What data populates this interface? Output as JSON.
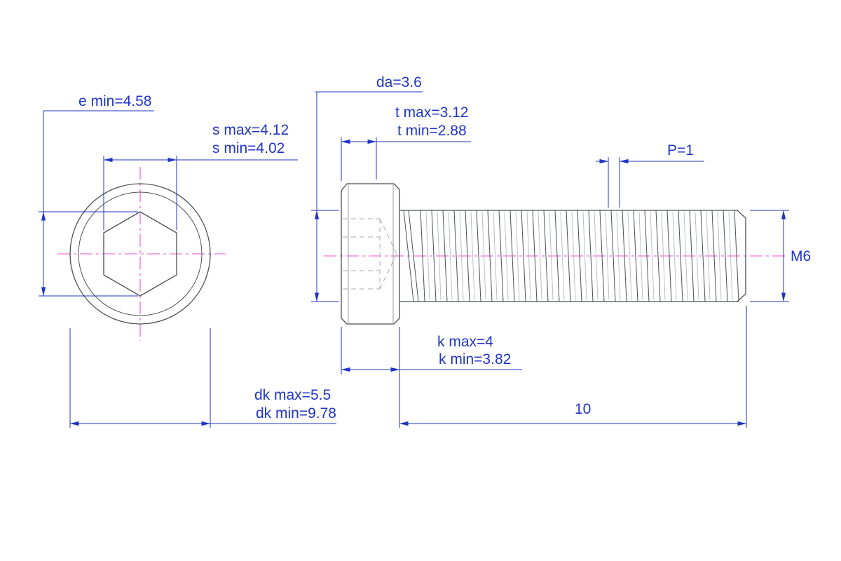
{
  "drawing": {
    "type": "socket-head-cap-screw-dimension-drawing",
    "labels": {
      "e_min": "e min=4.58",
      "s_max": "s max=4.12",
      "s_min": "s min=4.02",
      "dk_max": "dk max=5.5",
      "dk_min": "dk min=9.78",
      "da": "da=3.6",
      "t_max": "t max=3.12",
      "t_min": "t min=2.88",
      "P": "P=1",
      "M6": "M6",
      "k_max": "k max=4",
      "k_min": "k min=3.82",
      "length": "10"
    },
    "colors": {
      "dimension": "#1f35c4",
      "centerline": "#ee4fd2",
      "outline": "#4b4f55",
      "hidden": "#a9adb3",
      "background": "#ffffff"
    }
  }
}
